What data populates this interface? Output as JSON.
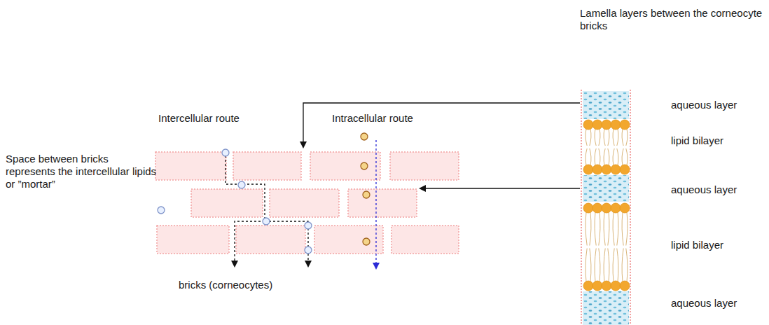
{
  "diagram": {
    "labels": [
      "Lamella layers between the corneocyte bricks",
      "aqueous layer",
      "Intercellular route",
      "Intracellular route",
      "lipid bilayer",
      "Space between bricks represents the intercellular lipids or ”mortar”",
      "aqueous layer",
      "lipid bilayer",
      "aqueous layer",
      "bricks (corneocytes)"
    ]
  }
}
